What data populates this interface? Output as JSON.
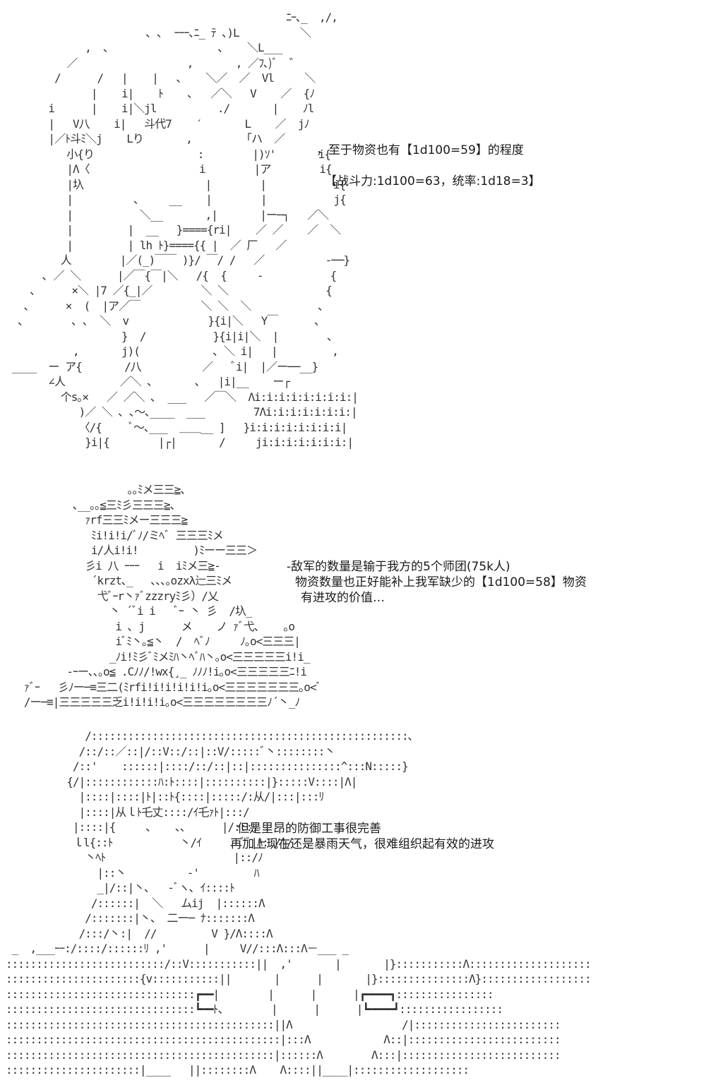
{
  "panels": [
    {
      "art": "                                              ﾆｰ､_  ,/,\n                       ､ ､  ｰｰｰ､ﾆ_ ﾃ ､)L          ＼\n             ,  ､                  ､    ＼L___\n          ／                  ,       , ／ﾌ､)ﾞ  ゛\n        /      /   |    |   ､    ＼／  ／  Vl     ＼\n              |    i|    ﾄ    ､   ／＼   V    ／  {ﾉ\n       i      |    i|＼jl          ./       |    ﾉl\n       |   V八    i|   斗代7    ′       L    ／  jﾉ\n       |／ﾄ斗ﾐ＼j    Lり       ,        「ハ  ／\n          小{り                 :        |)ｿ'       i{\n          |Λ〈                  i        |ア        i{\n          |圦                    |        |           i{\n          |          ､     __    |        |           j{\n          |           ＼__       ,|       |ー─┐   ／＼\n          |         |  __   }===={ri|    ／ ／    ／  ＼\n          |         | lh ﾄ}===={{ |  ／ 厂   ／\n         人        |／(_)￣￣ )}/ ￣/ /   ／          -──}\n      ､ ／ ＼      |／￣{￣|＼   /{  {     -           {\n    ､      ×＼ |7 ／{_|／        ＼ ＼                {\n   ､      ×  (  |ア／￣          ＼ ＼  ＼           ､\n  ､        ､ ､  ＼  v             }{i|＼   Y￣      ､\n                   }  /           }{i|i|＼  |        ､\n           ,       j)(            ､ ＼ i|   |         ,\n ____  ー ア{       /八          ／   ﾞi|  |／ー──__}\n       ∠人         ／＼ ､       ､   |i|__    ー┌\n         个s｡×   ／ ／＼ ､  ___   ／￣＼  Λi:i:i:i:i:i:i:i:|\n            )／ ＼ ､ ､～､____  ___        7Λi:i:i:i:i:i:i:|\n            〈/{     ﾞ～､___  ＿＿__ ]   }i:i:i:i:i:i:i:i|\n             }i|{        |┌|       /     ji:i:i:i:i:i:i:|",
      "lines": [
        "，至于物资也有【1d100=59】的程度",
        "【战斗力:1d100=63，统率:1d18=3】"
      ]
    },
    {
      "art": "                    ｡｡ﾐメ三三≧、\n           ､__｡｡≦三ﾐ彡三三三≧、\n             ｧrf三三ﾐメー三三三≧\n              ﾐi!i!i/ﾞﾉ/ミﾍﾞ 三三三ﾐメ\n              i/人i!i!         )ﾐーー三三＞\n             彡i 八 ｰｰｰ   i  iﾐメ三≧-\n              ´krzt､_   ､､､｡ozxλ辷三ﾐメ\n               弋ﾞｰr丶ｧﾞzzzryﾐ彡）/乂\n                 丶 ´ﾞi i   ﾞｰ 丶 彡  /圦_\n                  i ､ j      メ    ノ ｧﾞ弋､    ｡o\n                  iﾞﾐ丶｡≦丶  /  ﾍﾞﾉ     ﾉ｡o<三三三|\n                 _ﾉi!ﾐ彡ﾞﾐメﾐﾊ丶ﾍﾞﾊ丶｡o<三三三三三i!i_\n          -ｰー､､｡o≦ .Cﾉﾉ/!wx{¸_ ﾉﾉﾉ!i｡o<三三三三三ﾆ!i\n   ｧﾞｰ   彡ﾉー─≡三二(ﾐrfi!i!i!i!i!i｡o<三三三三三三三｡o<ﾞ\n   /ー─≡|三三三三三乏i!i!i!i｡o<三三三三三三三三ﾉ´丶_ﾉ",
      "lines": [
        "-敌军的数量是输于我方的5个师团(75k人)",
        "物资数量也正好能补上我军缺少的【1d100=58】物资",
        "有进攻的价值…"
      ]
    },
    {
      "art": "             /::::::::::::::::::::::::::::::::::::::::::::::::::::､\n            /::/::／::|/::V::/::|::V/:::::ﾞ丶::::::::丶\n           /::'    ::::::|::::/::/::|::|:::::::::::::::^:::N:::::}\n          {/|::::::::::::ﾊ:ﾄ::::|::::::::::|}:::::V::::|Λ|\n            |::::|::::|ﾄ|::ﾄ{::::|:::::/:从/|:::|:::ﾘ\n            |::::|从ｌﾄ乇丈::::/ｲ乇ｧﾄ|:::/\n           |::::|{     ､    ､､      |/:::ﾘ\n           ｌl{::ﾄ           丶/ｲ       ﾞﾞ|ﾊ::/|/\n             丶ﾍﾄ                     |::/ﾉ\n               |::丶          -'         ﾊ\n               _|/::|丶､   -ﾞヽ､ ｲ::::ﾄ\n              /::::::|  ＼   ムij  |::::::Λ\n             /:::::::|丶、 二ー─ ﾅ:::::::Λ\n            /:::/丶:|  //         V }/Λ::::Λ\n _  ,___ｰｰ:/::::/::::::ﾘ ,'      |     V//:::Λ:::Λ－___ _\n::::::::::::::::::::::::::/::V:::::::::::||  ,'       |       |}:::::::::::Λ::::::::::::::::::::\n::::::::::::::::::::::{v:::::::::::||       |      |       |}:::::::::::::::Λ}::::::::::::::::::\n:::::::::::::::::::::::::::::::┏━━|        |      |      |┏━━━━┓::::::::::::::::\n:::::::::::::::::::::::::::::::┗━━ﾄ、       |      |      |┗━━━━┛:::::::::::::::::\n::::::::::::::::::::::::::::::::::::::::::::||Λ                  /|::::::::::::::::::::::::\n:::::::::::::::::::::::::::::::::::::::::::::|:::Λ            Λ::|:::::::::::::::::::::::::\n::::::::::::::::::::::::::::::::::::::::::::|::::::Λ        Λ:::|::::::::::::::::::::::::::\n::::::::::::::::::::::|____   ||::::::::Λ    Λ::::||____|:::::::::::::::::::",
      "lines": [
        "但是里昂的防御工事很完善",
        "再加上现在还是暴雨天气，很难组织起有效的进攻"
      ]
    }
  ]
}
